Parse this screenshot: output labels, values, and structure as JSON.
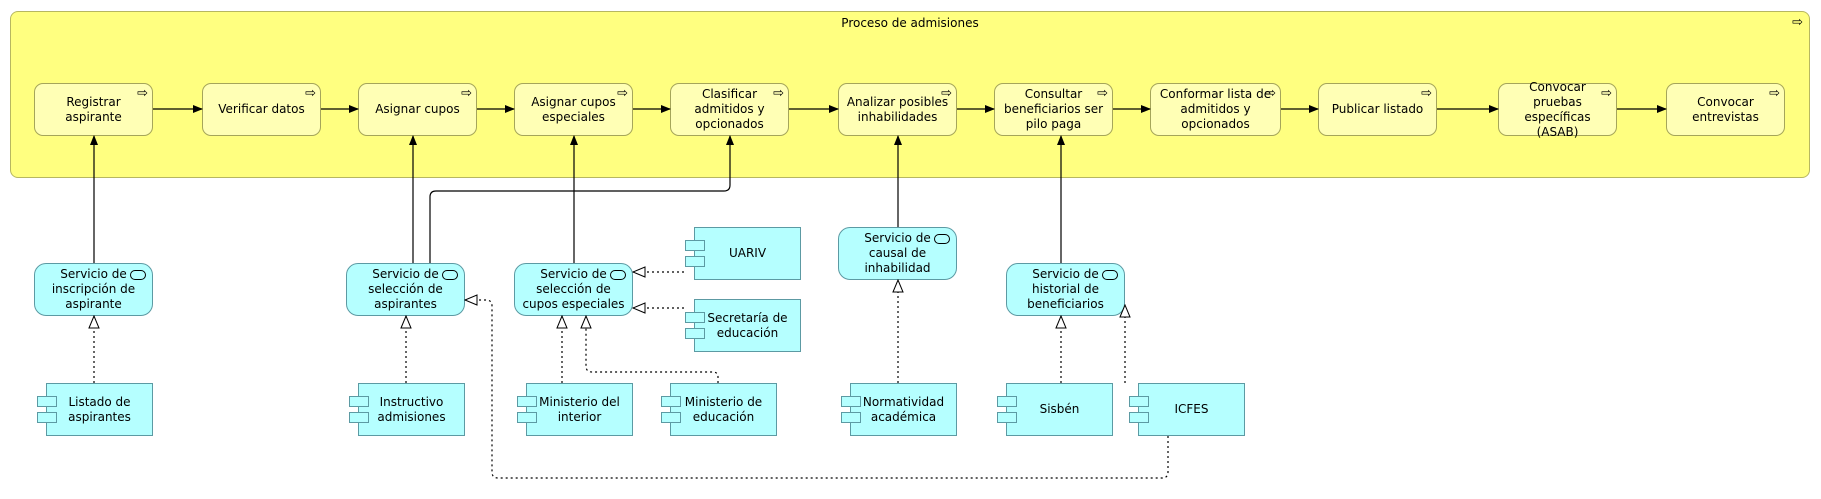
{
  "group": {
    "title": "Proceso de admisiones"
  },
  "processes": [
    {
      "id": "p1",
      "label": "Registrar aspirante"
    },
    {
      "id": "p2",
      "label": "Verificar datos"
    },
    {
      "id": "p3",
      "label": "Asignar cupos"
    },
    {
      "id": "p4",
      "label": "Asignar cupos especiales"
    },
    {
      "id": "p5",
      "label": "Clasificar admitidos y opcionados"
    },
    {
      "id": "p6",
      "label": "Analizar posibles inhabilidades"
    },
    {
      "id": "p7",
      "label": "Consultar beneficiarios ser pilo paga"
    },
    {
      "id": "p8",
      "label": "Conformar lista de admitidos y opcionados"
    },
    {
      "id": "p9",
      "label": "Publicar listado"
    },
    {
      "id": "p10",
      "label": "Convocar pruebas específicas (ASAB)"
    },
    {
      "id": "p11",
      "label": "Convocar entrevistas"
    }
  ],
  "services": [
    {
      "id": "s1",
      "label": "Servicio de inscripción de aspirante"
    },
    {
      "id": "s2",
      "label": "Servicio de selección de aspirantes"
    },
    {
      "id": "s3",
      "label": "Servicio de selección de cupos especiales"
    },
    {
      "id": "s4",
      "label": "Servicio de causal de inhabilidad"
    },
    {
      "id": "s5",
      "label": "Servicio de historial de beneficiarios"
    }
  ],
  "components": [
    {
      "id": "c1",
      "label": "Listado de aspirantes"
    },
    {
      "id": "c2",
      "label": "Instructivo admisiones"
    },
    {
      "id": "c3",
      "label": "Ministerio del interior"
    },
    {
      "id": "c4",
      "label": "Ministerio de educación"
    },
    {
      "id": "c5",
      "label": "UARIV"
    },
    {
      "id": "c6",
      "label": "Secretaría de educación"
    },
    {
      "id": "c7",
      "label": "Normatividad académica"
    },
    {
      "id": "c8",
      "label": "Sisbén"
    },
    {
      "id": "c9",
      "label": "ICFES"
    }
  ],
  "icons": {
    "process": "process-arrow-icon",
    "service": "service-pill-icon",
    "component": "component-icon"
  },
  "colors": {
    "process_group_fill": "#ffff80",
    "process_fill": "#ffffb5",
    "application_fill": "#b5ffff",
    "line": "#000000"
  }
}
